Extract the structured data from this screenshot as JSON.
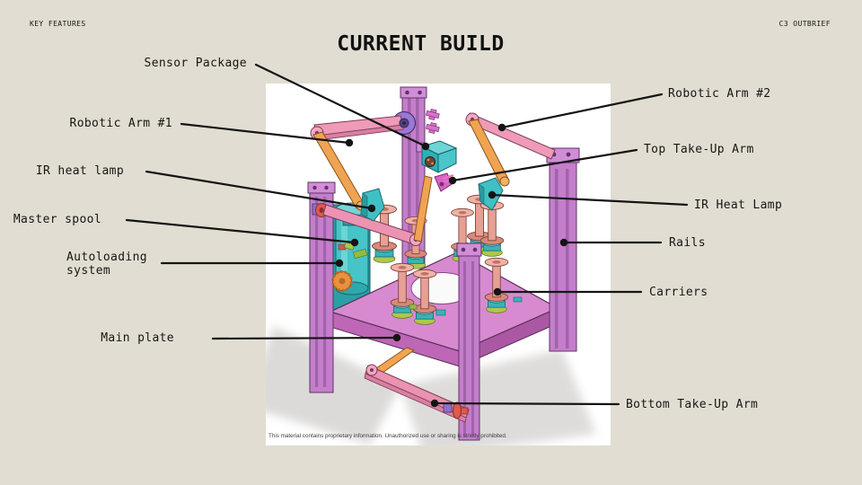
{
  "slide": {
    "kicker": "KEY FEATURES",
    "title": "CURRENT BUILD",
    "corner_tag": "C3 OUTBRIEF"
  },
  "callouts": {
    "left": {
      "sensor_package": "Sensor Package",
      "robotic_arm_1": "Robotic Arm #1",
      "ir_heat_lamp": "IR heat lamp",
      "master_spool": "Master spool",
      "autoloading_system": "Autoloading system",
      "main_plate": "Main plate"
    },
    "right": {
      "robotic_arm_2": "Robotic Arm #2",
      "top_take_up_arm": "Top Take-Up Arm",
      "ir_heat_lamp": "IR Heat Lamp",
      "rails": "Rails",
      "carriers": "Carriers",
      "bottom_take_up_arm": "Bottom Take-Up Arm"
    }
  },
  "figure": {
    "disclaimer": "This material contains proprietary information. Unauthorized use or sharing is strictly prohibited."
  },
  "colors": {
    "slide_background": "#e1ddd2",
    "text": "#161616",
    "leader_line": "#141414",
    "figure_background": "#ffffff",
    "frame_magenta": "#c47ecb",
    "plate_pink": "#d78ad0",
    "arm_pink": "#ee9ab8",
    "link_orange": "#f0a452",
    "part_teal": "#3fc0c4",
    "spool_salmon": "#e7a094",
    "accent_red": "#dd5a4e"
  }
}
